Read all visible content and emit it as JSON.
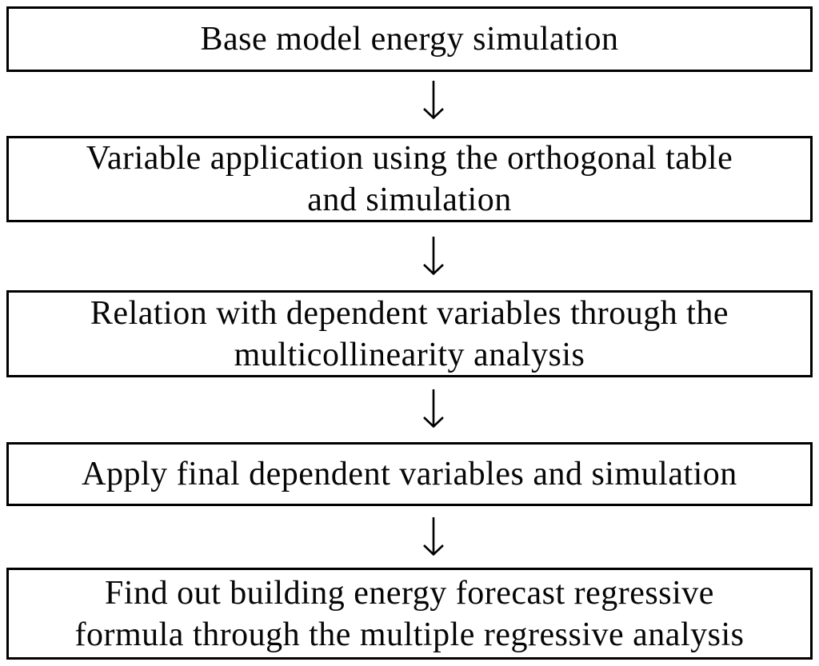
{
  "figure": {
    "type": "flowchart",
    "background_color": "#ffffff",
    "box_border_color": "#000000",
    "text_color": "#060606",
    "connector_icon": "down-arrow-icon",
    "steps": [
      {
        "lines": [
          "Base model energy simulation"
        ]
      },
      {
        "lines": [
          "Variable application using the orthogonal table",
          "and simulation"
        ]
      },
      {
        "lines": [
          "Relation with dependent variables through the",
          "multicollinearity analysis"
        ]
      },
      {
        "lines": [
          "Apply final dependent variables and simulation"
        ]
      },
      {
        "lines": [
          "Find out building energy forecast regressive",
          "formula through the multiple regressive analysis"
        ]
      }
    ]
  }
}
